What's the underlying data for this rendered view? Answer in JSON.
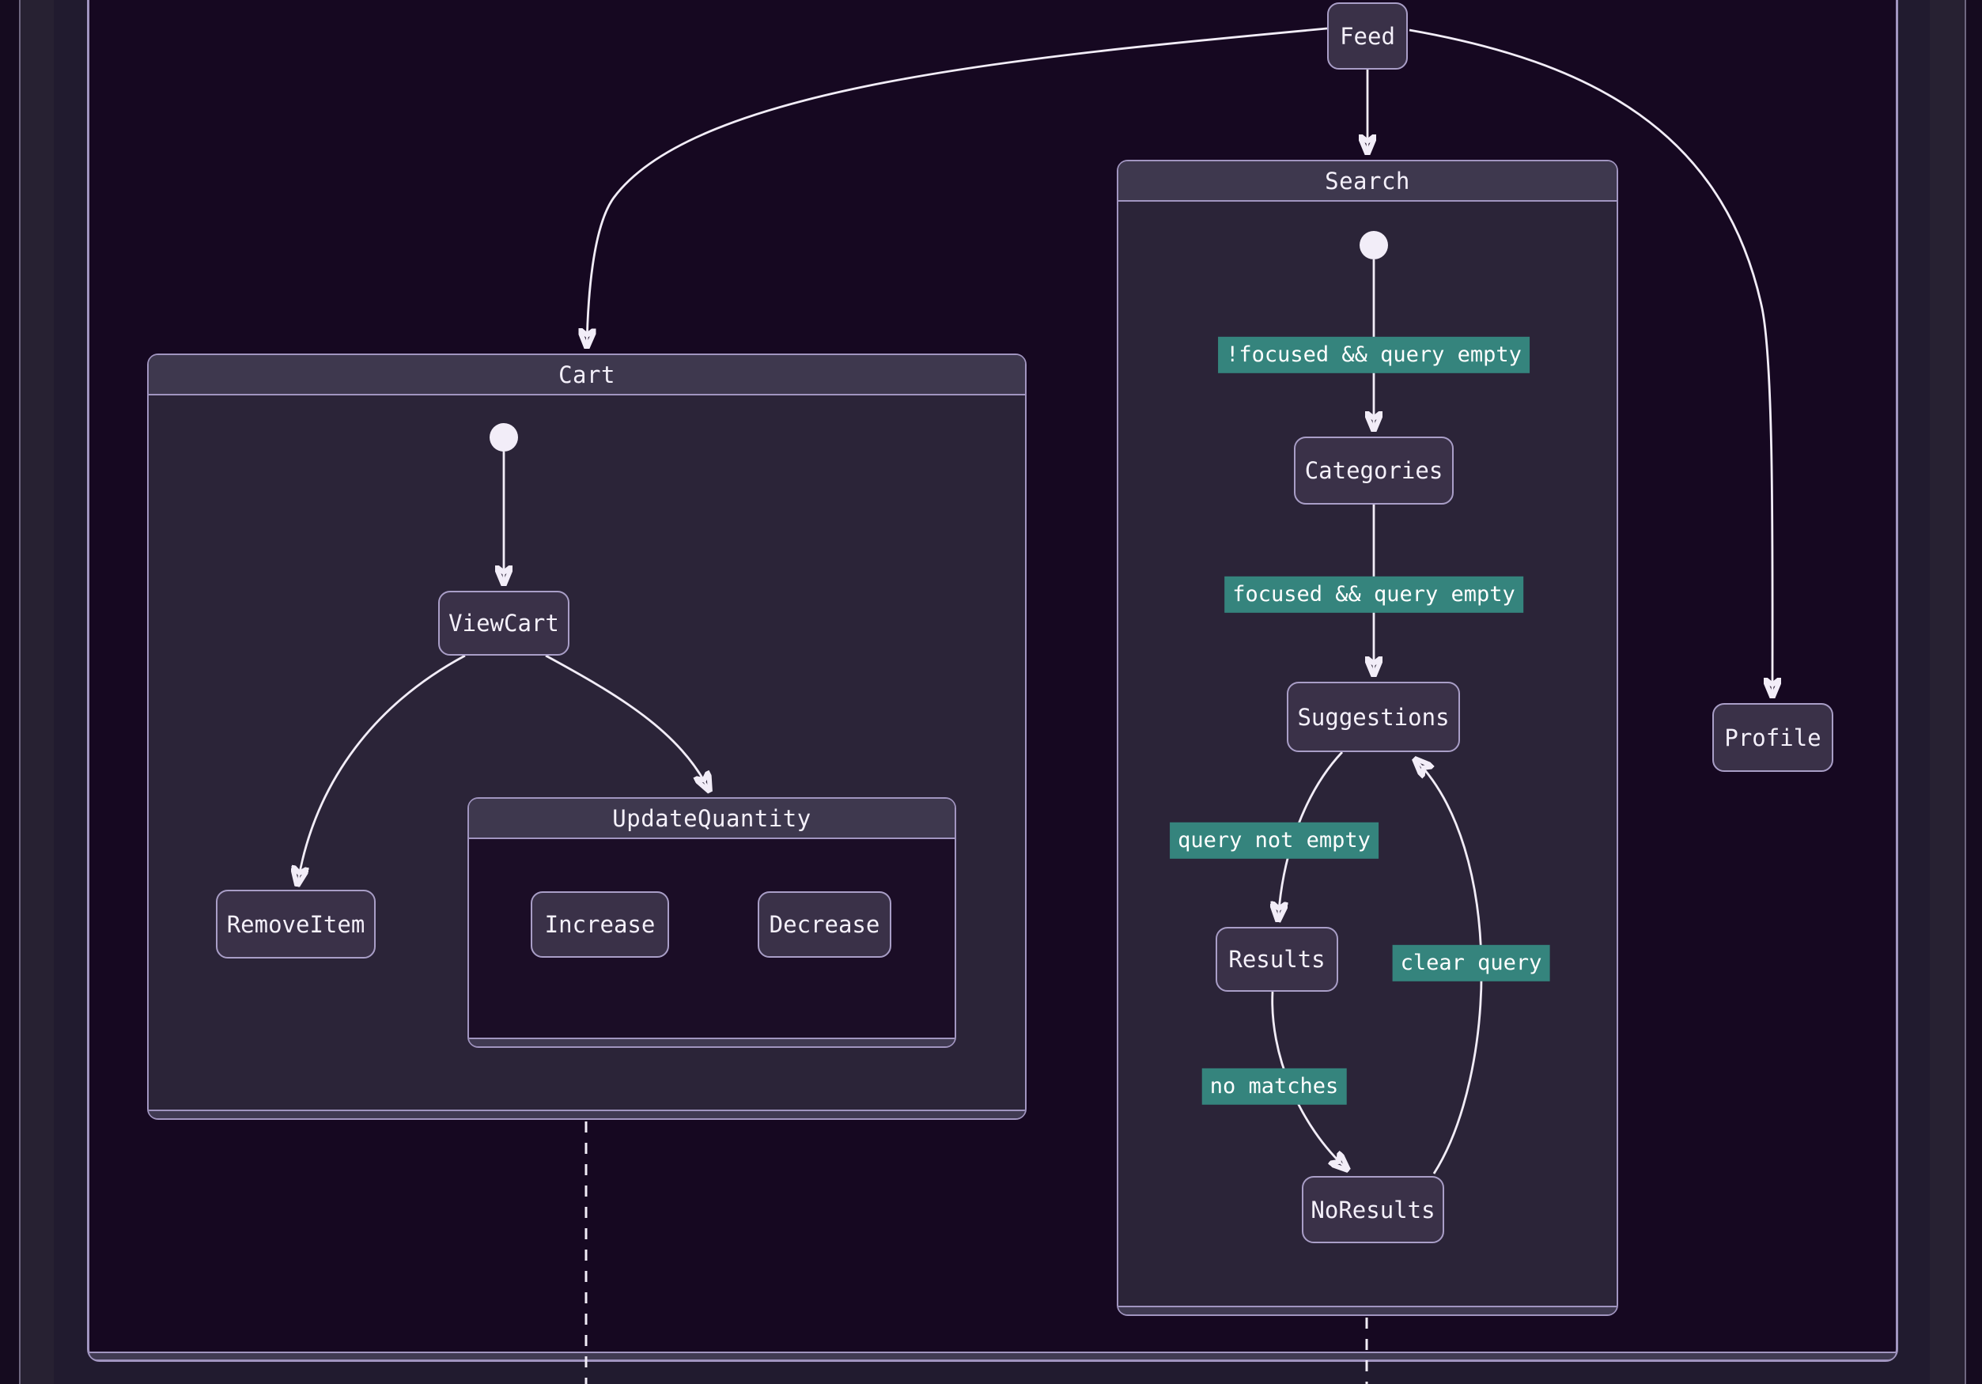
{
  "diagram_type": "state-diagram",
  "colors": {
    "bg-page": "#150b1f",
    "band-outer": "#272132",
    "band-mid": "#211b2f",
    "app-fill": "#160821",
    "body-fill": "#2b2438",
    "inner-fill": "#1b0d26",
    "header-fill": "#3e384e",
    "strip-fill": "#403a52",
    "container-border": "#a195c0",
    "node-fill": "#3a3148",
    "node-border": "#a99ec7",
    "gray-border": "#6e6780",
    "label-bg": "#35847d",
    "edge": "#f2edf8",
    "text": "#f4f0fa"
  },
  "containers": {
    "cart": {
      "title": "Cart"
    },
    "search": {
      "title": "Search"
    },
    "update_quantity": {
      "title": "UpdateQuantity"
    }
  },
  "states": {
    "feed": "Feed",
    "profile": "Profile",
    "view_cart": "ViewCart",
    "remove_item": "RemoveItem",
    "increase": "Increase",
    "decrease": "Decrease",
    "categories": "Categories",
    "suggestions": "Suggestions",
    "results": "Results",
    "no_results": "NoResults"
  },
  "edge_labels": {
    "to_categories": "!focused && query empty",
    "to_suggestions": "focused && query empty",
    "to_results": "query not empty",
    "to_no_results": "no matches",
    "clear_query": "clear query"
  },
  "edges": [
    {
      "from": "Feed",
      "to": "Cart"
    },
    {
      "from": "Feed",
      "to": "Search"
    },
    {
      "from": "Feed",
      "to": "Profile"
    },
    {
      "from": "initial",
      "to": "ViewCart"
    },
    {
      "from": "ViewCart",
      "to": "RemoveItem"
    },
    {
      "from": "ViewCart",
      "to": "UpdateQuantity"
    },
    {
      "from": "initial",
      "to": "Categories",
      "label": "!focused && query empty"
    },
    {
      "from": "Categories",
      "to": "Suggestions",
      "label": "focused && query empty"
    },
    {
      "from": "Suggestions",
      "to": "Results",
      "label": "query not empty"
    },
    {
      "from": "Results",
      "to": "NoResults",
      "label": "no matches"
    },
    {
      "from": "NoResults",
      "to": "Suggestions",
      "label": "clear query"
    }
  ]
}
